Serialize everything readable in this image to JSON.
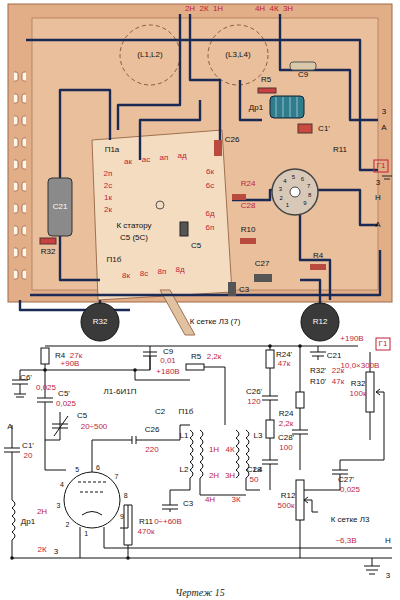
{
  "diagram": {
    "caption": "Чертеж 15",
    "labels": [
      "2Н",
      "2К",
      "1Н",
      "4Н",
      "4К",
      "3Н",
      "(L1,L2)",
      "(L3,L4)",
      "С9",
      "R5",
      "3",
      "А",
      "Др1",
      "С1'",
      "Г1",
      "3",
      "Н",
      "А",
      "П1а",
      "ак",
      "ас",
      "ап",
      "ад",
      "2п",
      "2с",
      "1к",
      "2к",
      "К статору",
      "С5 (5С)",
      "П1б",
      "8к",
      "8с",
      "8п",
      "8д",
      "6к",
      "6с",
      "6д",
      "6п",
      "С26",
      "R24",
      "С28",
      "R10",
      "С27",
      "R4",
      "С5",
      "R11",
      "С3",
      "С21",
      "R32",
      "R32",
      "R12",
      "К сетке Л3 (7)",
      "1",
      "2",
      "3",
      "4",
      "5",
      "6",
      "7",
      "8",
      "9",
      "R4",
      "27к",
      "С6'",
      "0,025",
      "+90В",
      "С5'",
      "0,025",
      "С5",
      "20÷500",
      "С1'",
      "20",
      "А",
      "Др1",
      "2Н",
      "2К",
      "3",
      "Л1-6И1П",
      "С9",
      "0,01",
      "R5",
      "2,2к",
      "+180В",
      "С2",
      "П1б",
      "С26",
      "220",
      "L1",
      "L2",
      "1Н",
      "2Н",
      "4К",
      "3Н",
      "L3",
      "L4",
      "С3",
      "4Н",
      "3К",
      "0÷+60В",
      "R11",
      "470к",
      "R24'",
      "47к",
      "R32'",
      "22к",
      "R10'",
      "47к",
      "С26'",
      "120",
      "R24",
      "2,2к",
      "С28'",
      "100",
      "С28",
      "50",
      "R32",
      "100к",
      "С27'",
      "0,025",
      "R12",
      "500к",
      "К сетке Л3",
      "С21",
      "10,0×300В",
      "+190В",
      "Г1",
      "Н",
      "~6,3В",
      "3",
      "1",
      "2",
      "3",
      "4",
      "5",
      "6",
      "7",
      "8",
      "9"
    ]
  }
}
